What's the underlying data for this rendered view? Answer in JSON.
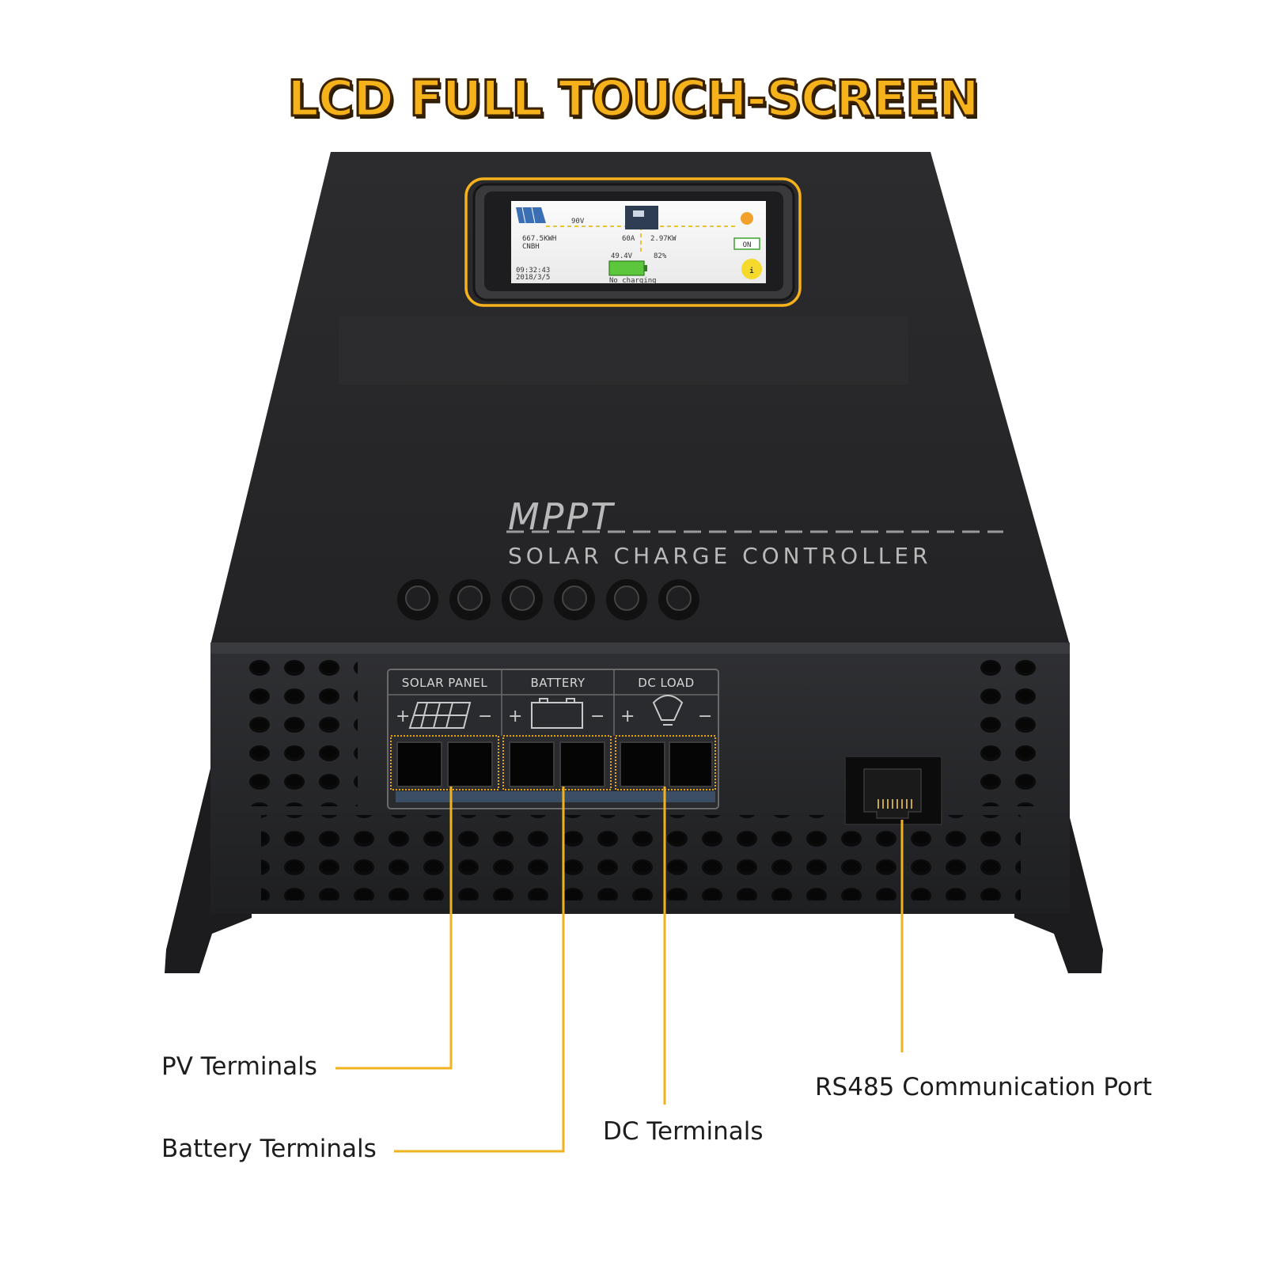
{
  "headline": "LCD FULL TOUCH-SCREEN",
  "device": {
    "brand_line": "MPPT",
    "product_line": "SOLAR CHARGE CONTROLLER",
    "terminal_groups": [
      "SOLAR PANEL",
      "BATTERY",
      "DC LOAD"
    ]
  },
  "lcd": {
    "pv_voltage": "90V",
    "pv_energy": "667.5KWH",
    "pv_unit": "CNBH",
    "output_amps": "60A",
    "power": "2.97KW",
    "battery_voltage": "49.4V",
    "battery_soc": "82%",
    "load_state": "ON",
    "status": "No charging",
    "time": "09:32:43",
    "date": "2018/3/5",
    "info_button": "i"
  },
  "callouts": {
    "pv": "PV Terminals",
    "battery": "Battery Terminals",
    "dc": "DC Terminals",
    "rs485": "RS485 Communication Port"
  },
  "colors": {
    "accent": "#f6b21b",
    "callout_line": "#f0b21e",
    "body": "#2a2a2c"
  }
}
